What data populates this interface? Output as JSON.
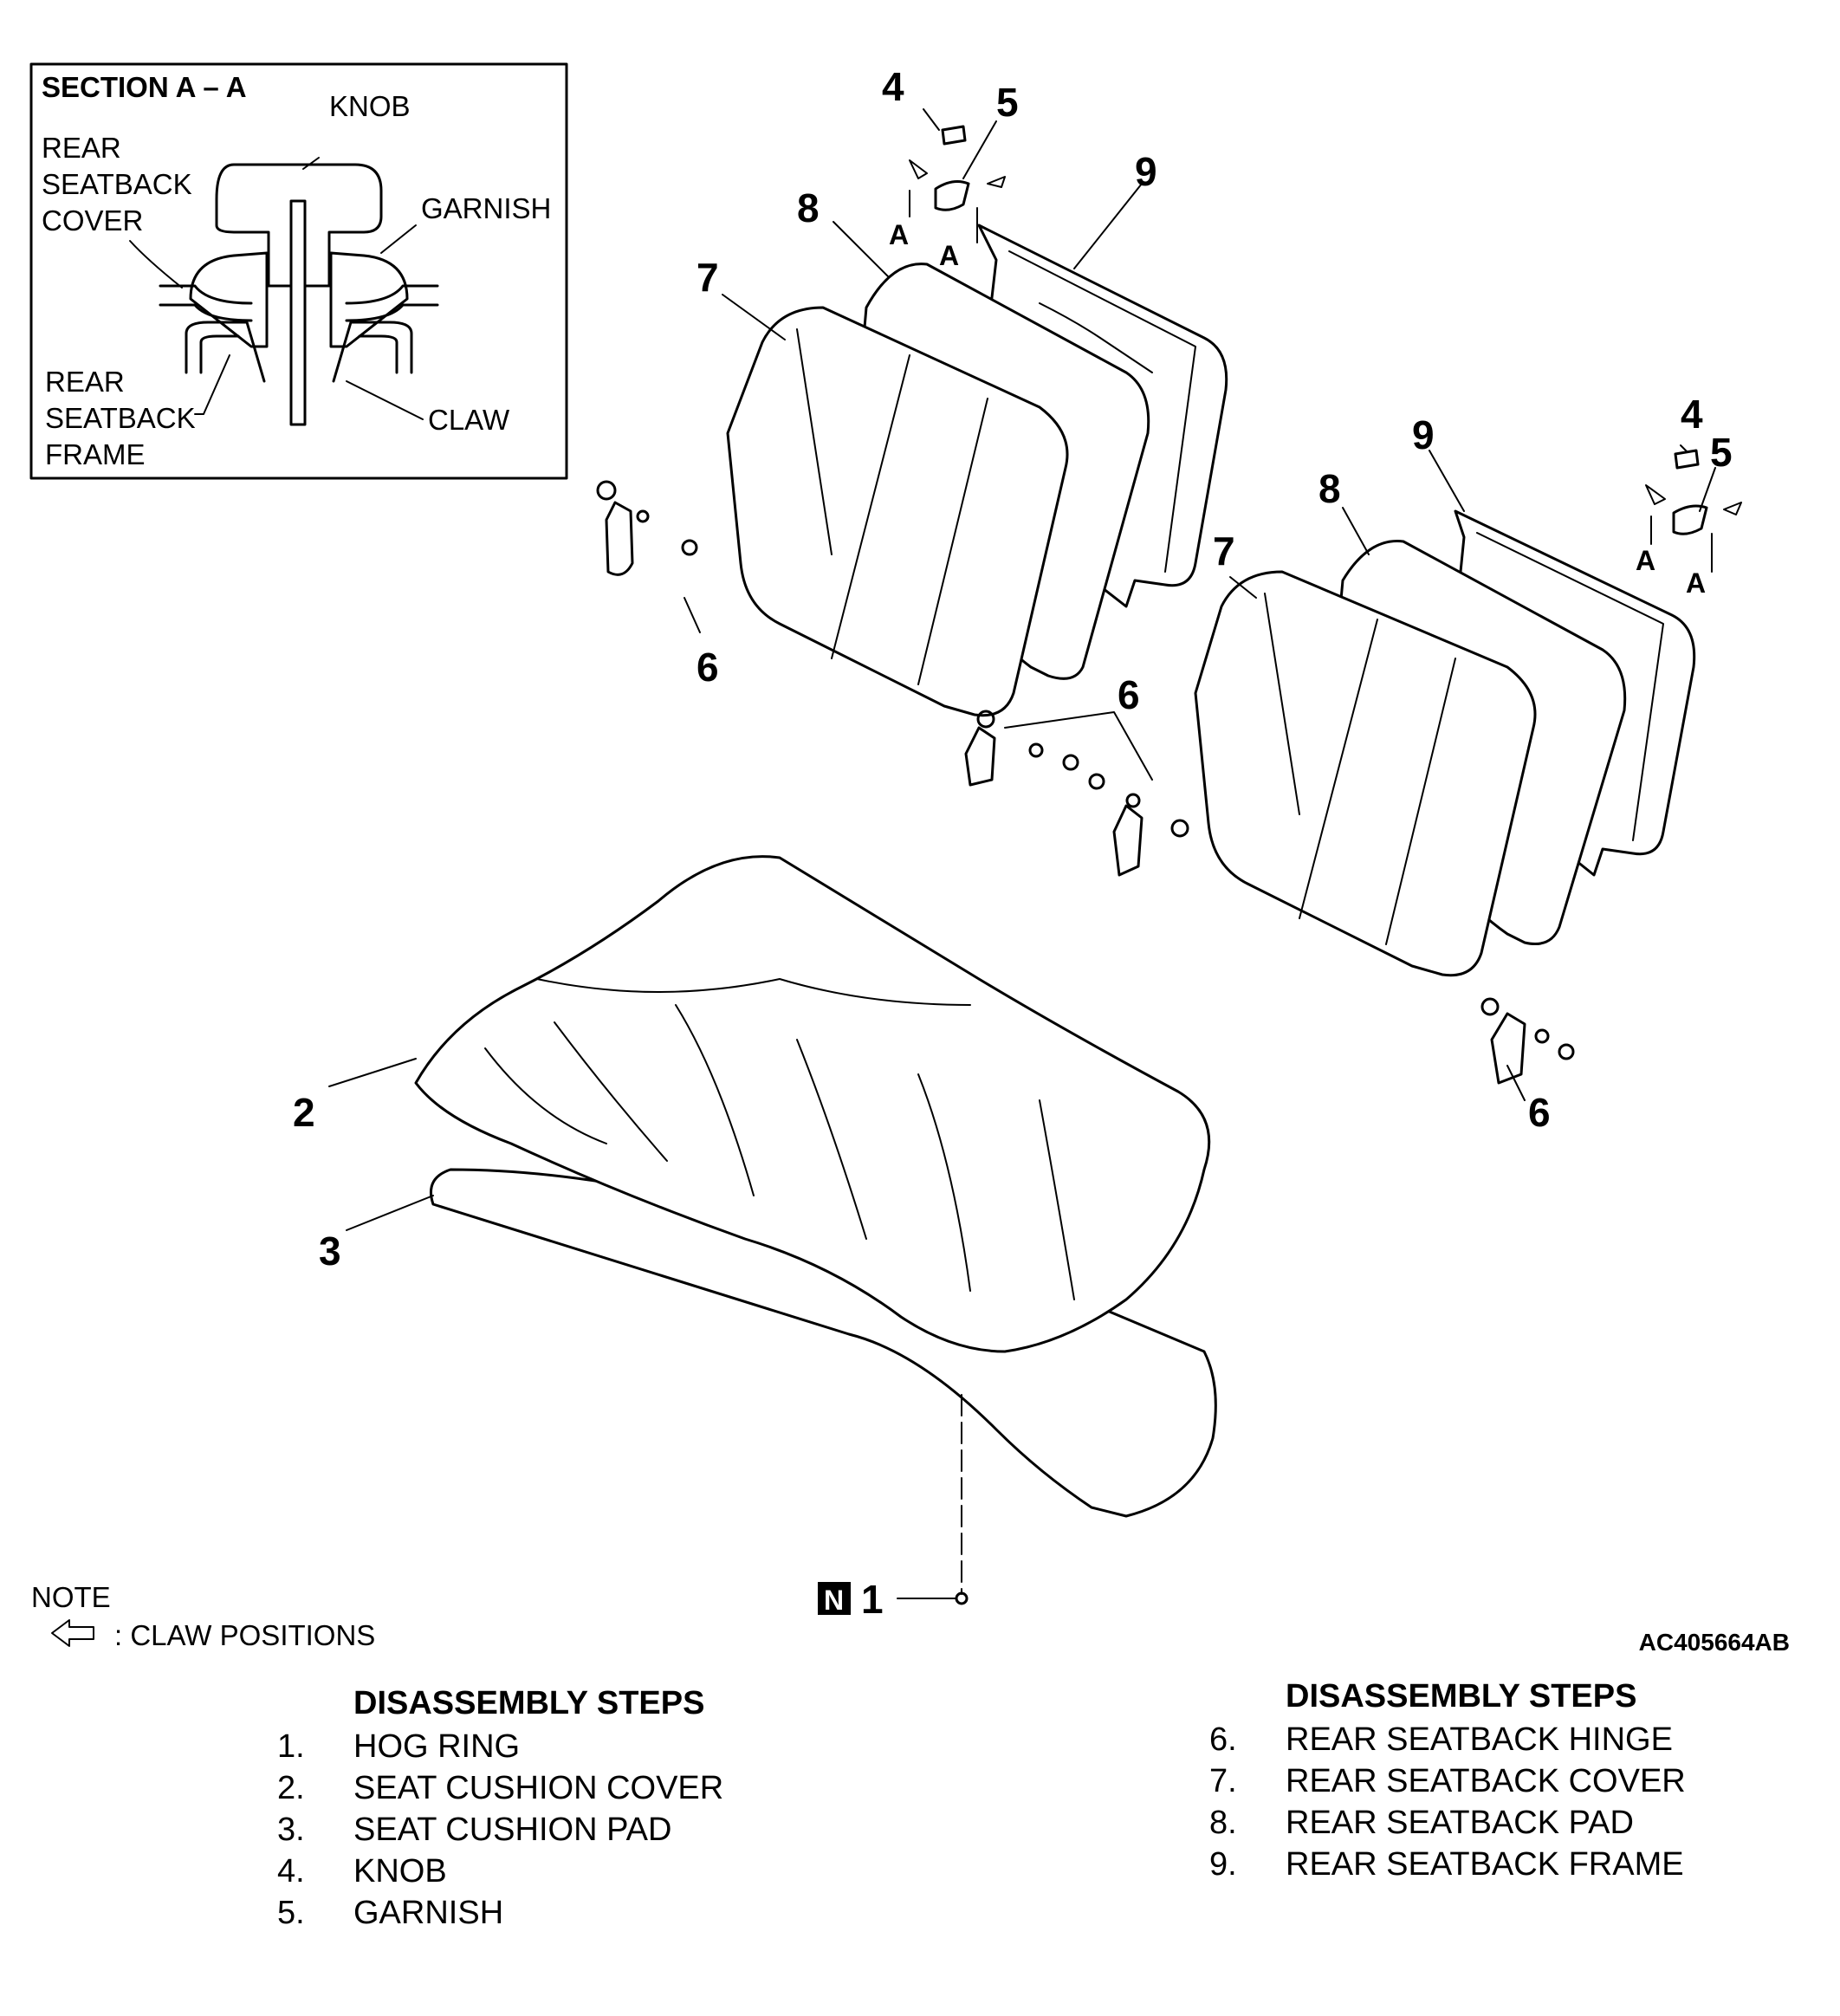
{
  "section": {
    "title": "SECTION A – A",
    "labels": {
      "knob": "KNOB",
      "cover": [
        "REAR",
        "SEATBACK",
        "COVER"
      ],
      "garnish": "GARNISH",
      "frame": [
        "REAR",
        "SEATBACK",
        "FRAME"
      ],
      "claw": "CLAW"
    }
  },
  "callouts": {
    "n1": "1",
    "n2": "2",
    "n3": "3",
    "n4": "4",
    "n5": "5",
    "n6": "6",
    "n7": "7",
    "n8": "8",
    "n9": "9",
    "a": "A",
    "n_badge": "N"
  },
  "note": {
    "title": "NOTE",
    "legend": ": CLAW POSITIONS"
  },
  "figure_code": "AC405664AB",
  "steps_left": {
    "title": "DISASSEMBLY STEPS",
    "items": [
      {
        "num": "1.",
        "label": "HOG RING"
      },
      {
        "num": "2.",
        "label": "SEAT CUSHION COVER"
      },
      {
        "num": "3.",
        "label": "SEAT CUSHION PAD"
      },
      {
        "num": "4.",
        "label": "KNOB"
      },
      {
        "num": "5.",
        "label": "GARNISH"
      }
    ]
  },
  "steps_right": {
    "title": "DISASSEMBLY STEPS",
    "items": [
      {
        "num": "6.",
        "label": "REAR SEATBACK HINGE"
      },
      {
        "num": "7.",
        "label": "REAR SEATBACK COVER"
      },
      {
        "num": "8.",
        "label": "REAR SEATBACK PAD"
      },
      {
        "num": "9.",
        "label": "REAR SEATBACK FRAME"
      }
    ]
  }
}
